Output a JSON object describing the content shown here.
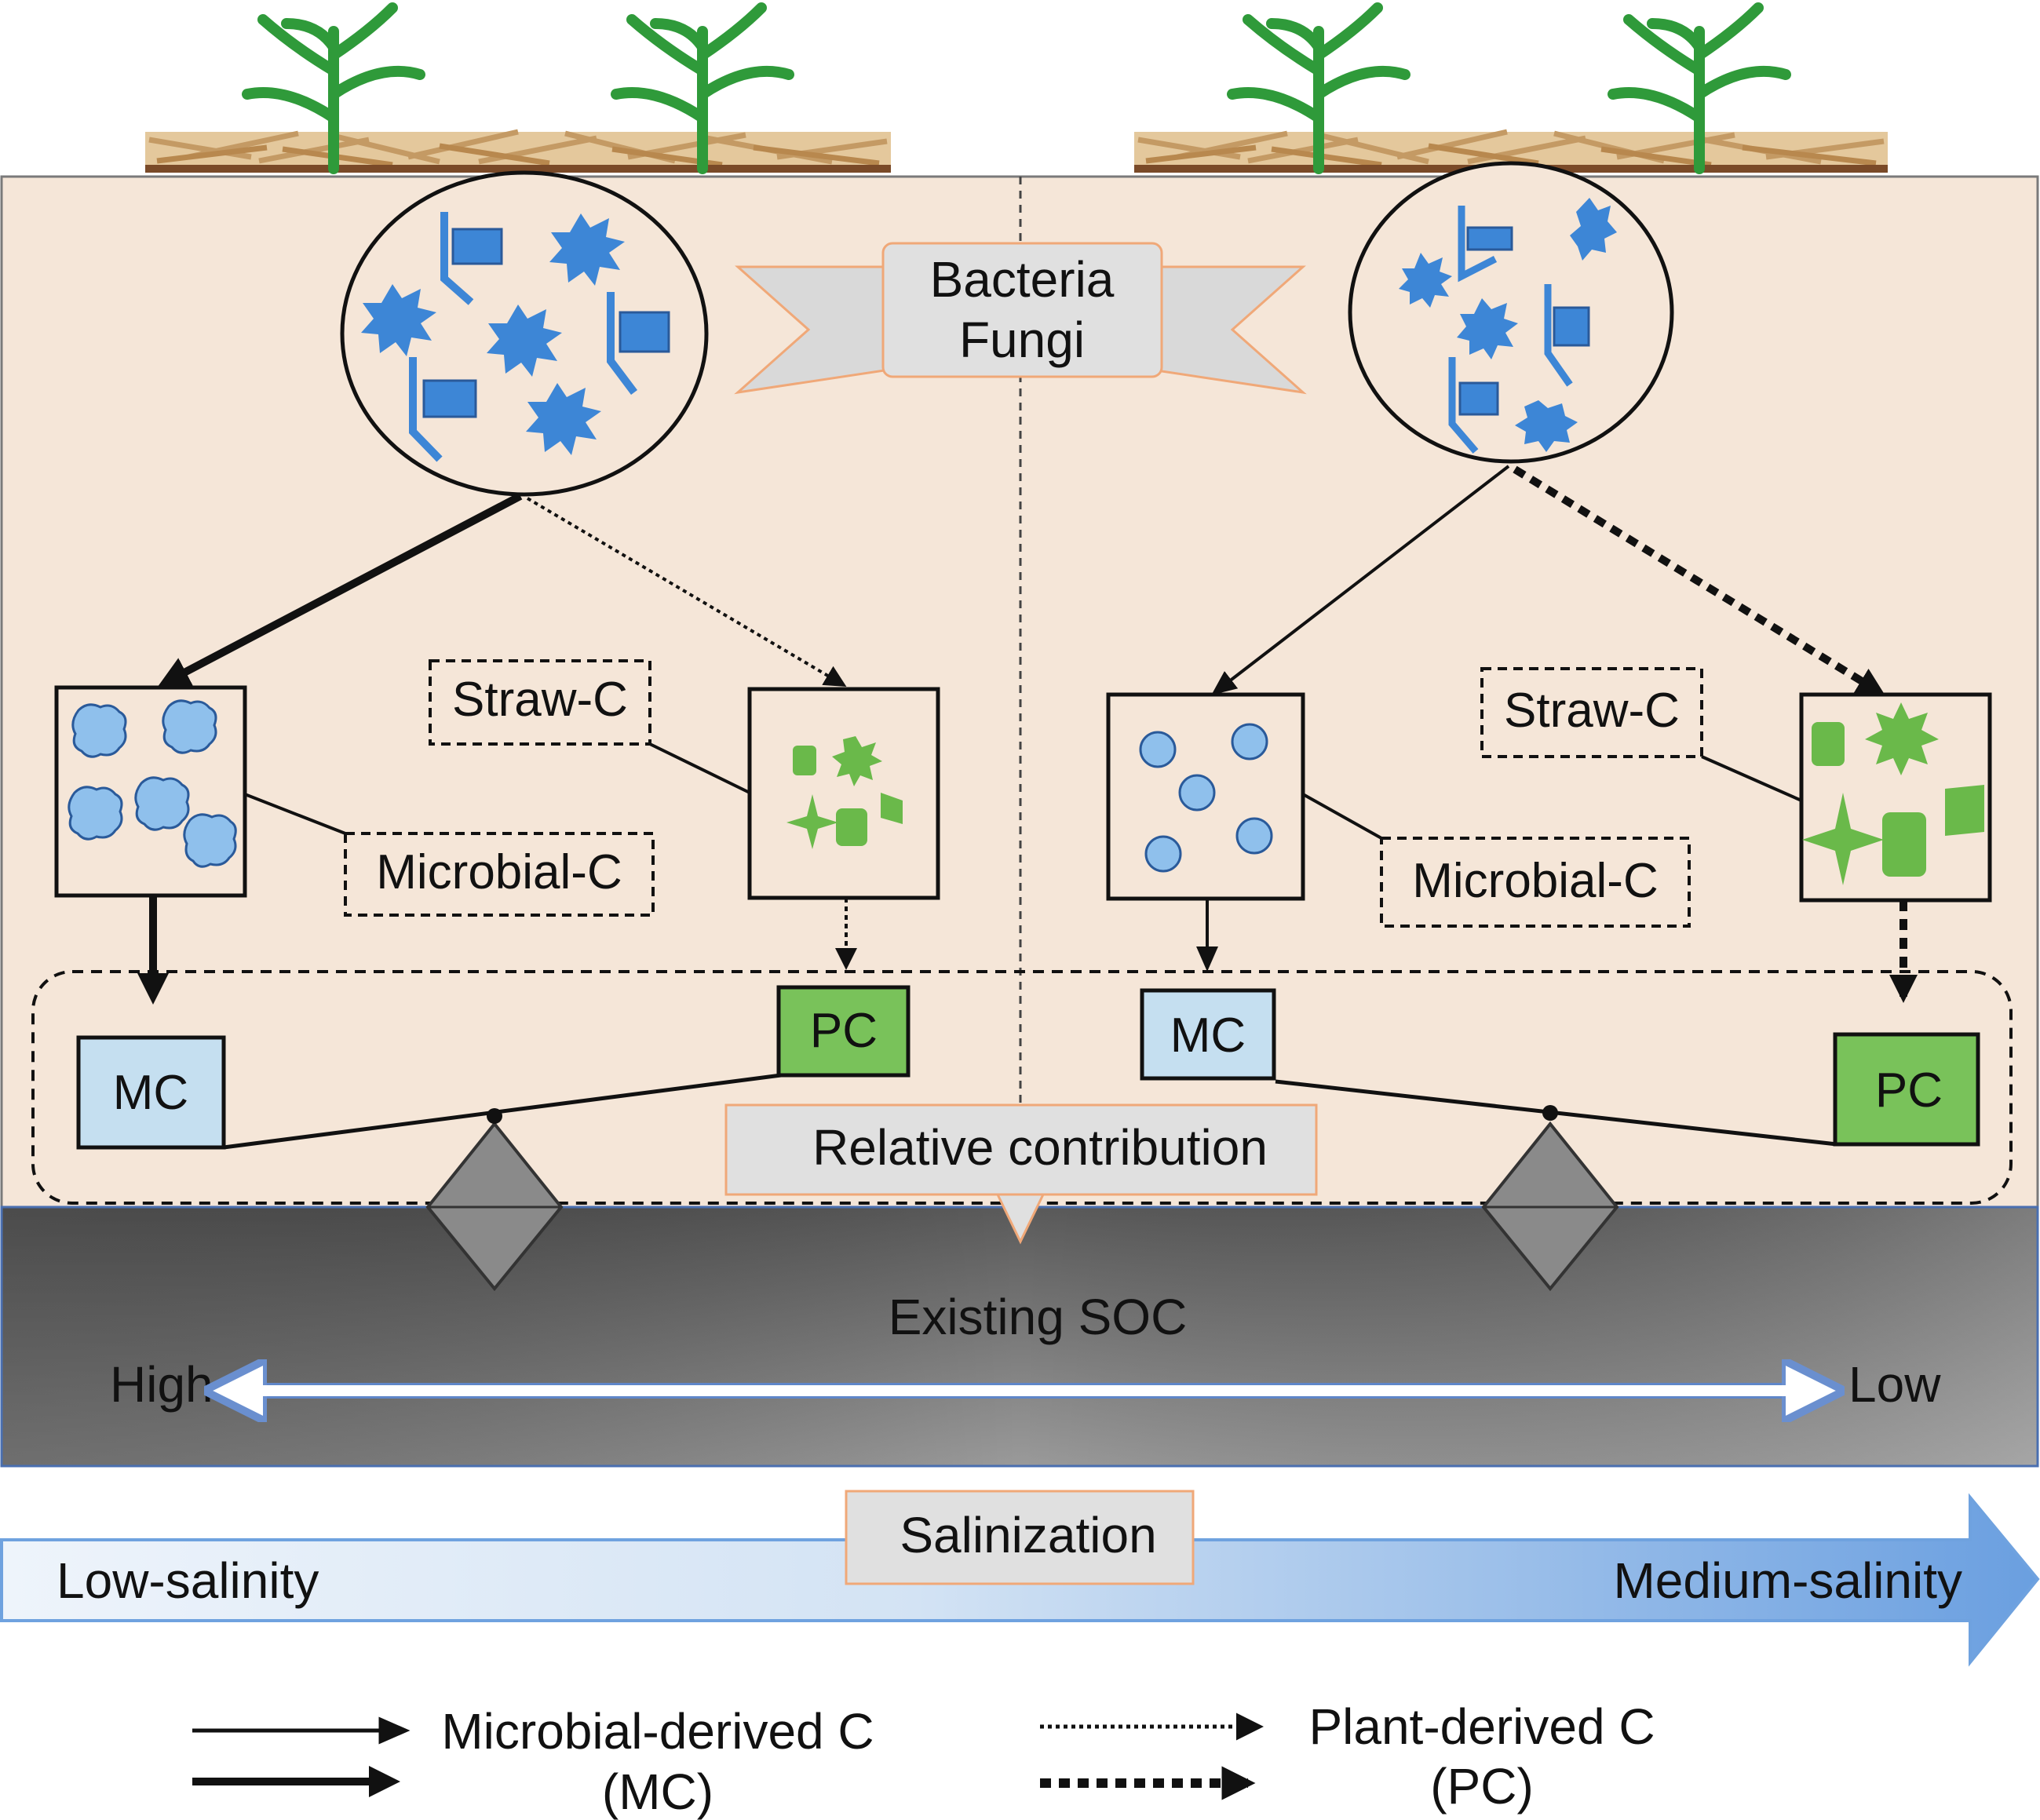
{
  "banner": {
    "line1": "Bacteria",
    "line2": "Fungi"
  },
  "left_panel": {
    "straw_label": "Straw-C",
    "microbial_label": "Microbial-C",
    "mc_label": "MC",
    "pc_label": "PC"
  },
  "right_panel": {
    "straw_label": "Straw-C",
    "microbial_label": "Microbial-C",
    "mc_label": "MC",
    "pc_label": "PC"
  },
  "relative_contribution": "Relative contribution",
  "existing_soc": {
    "title": "Existing SOC",
    "high_label": "High",
    "low_label": "Low"
  },
  "salinization": {
    "title": "Salinization",
    "left_label": "Low-salinity",
    "right_label": "Medium-salinity"
  },
  "legend": {
    "microbial_line1": "Microbial-derived C",
    "microbial_line2": "(MC)",
    "plant_line1": "Plant-derived C",
    "plant_line2": "(PC)"
  },
  "colors": {
    "soil": "#f5e6d8",
    "soc_dark": "#555555",
    "microbe_blue": "#4a90d9",
    "mc_box": "#c5dff0",
    "pc_box": "#79c25a",
    "plant_green": "#2f9a3a",
    "plant_c_green": "#6ab94a",
    "straw": "#d8b888",
    "banner_grey": "#d9d9d9",
    "salinity_start": "#eaf2fb",
    "salinity_end": "#6fa2df"
  }
}
